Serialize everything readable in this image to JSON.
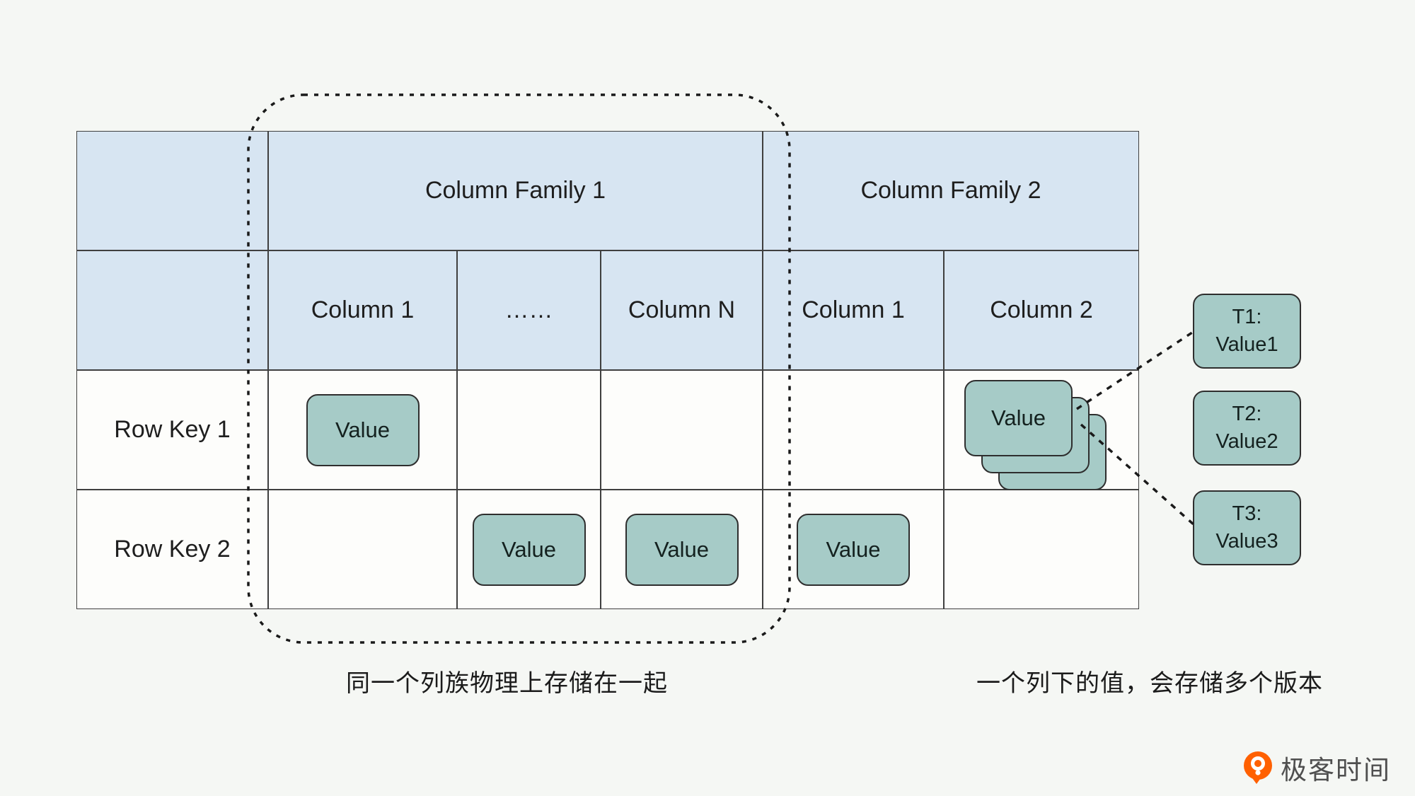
{
  "table": {
    "column_families": [
      {
        "label": "Column Family 1",
        "span": 3
      },
      {
        "label": "Column Family 2",
        "span": 2
      }
    ],
    "column_headers": [
      "Column 1",
      "……",
      "Column N",
      "Column 1",
      "Column 2"
    ],
    "row_keys": [
      "Row Key 1",
      "Row Key 2"
    ],
    "value_label": "Value"
  },
  "version_boxes": [
    {
      "time": "T1:",
      "value": "Value1"
    },
    {
      "time": "T2:",
      "value": "Value2"
    },
    {
      "time": "T3:",
      "value": "Value3"
    }
  ],
  "captions": {
    "column_family_note": "同一个列族物理上存储在一起",
    "version_note": "一个列下的值，会存储多个版本"
  },
  "logo": {
    "text": "极客时间"
  },
  "colors": {
    "page_bg": "#f5f7f4",
    "header_bg": "#d7e5f2",
    "cell_bg": "#fdfdfb",
    "value_bg": "#a6cbc7",
    "border": "#3f3f3f",
    "logo_orange": "#ff6000"
  }
}
